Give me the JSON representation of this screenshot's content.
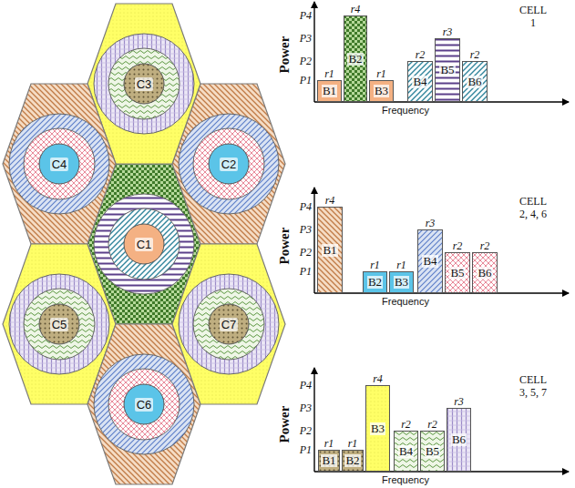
{
  "diagram": {
    "nodes": [
      {
        "text": [
          "C1"
        ]
      },
      {
        "text": [
          "C2"
        ]
      },
      {
        "text": [
          "C3"
        ]
      },
      {
        "text": [
          "C4"
        ]
      },
      {
        "text": [
          "C5"
        ]
      },
      {
        "text": [
          "C6"
        ]
      },
      {
        "text": [
          "C7"
        ]
      },
      {
        "text": [
          "r1",
          "B1"
        ]
      },
      {
        "text": [
          "r4",
          "B2"
        ]
      },
      {
        "text": [
          "r1",
          "B3"
        ]
      },
      {
        "text": [
          "r2",
          "B4"
        ]
      },
      {
        "text": [
          "r3",
          "B5"
        ]
      },
      {
        "text": [
          "r2",
          "B6"
        ]
      },
      {
        "text": [
          "r4",
          "B1"
        ]
      },
      {
        "text": [
          "r1",
          "B2"
        ]
      },
      {
        "text": [
          "r1",
          "B3"
        ]
      },
      {
        "text": [
          "r3",
          "B4"
        ]
      },
      {
        "text": [
          "r2",
          "B5"
        ]
      },
      {
        "text": [
          "r2",
          "B6"
        ]
      },
      {
        "text": [
          "r1",
          "B1"
        ]
      },
      {
        "text": [
          "r1",
          "B2"
        ]
      },
      {
        "text": [
          "r4",
          "B3"
        ]
      },
      {
        "text": [
          "r2",
          "B4"
        ]
      },
      {
        "text": [
          "r2",
          "B5"
        ]
      },
      {
        "text": [
          "r3",
          "B6"
        ]
      }
    ],
    "labels": [
      "CELL 1",
      "Power",
      "Frequency",
      "P4",
      "P3",
      "P2",
      "P1",
      "CELL 2, 4, 6",
      "Power",
      "Frequency",
      "P4",
      "P3",
      "P2",
      "P1",
      "CELL 3, 5, 7",
      "Power",
      "Frequency",
      "P4",
      "P3",
      "P2",
      "P1"
    ]
  }
}
